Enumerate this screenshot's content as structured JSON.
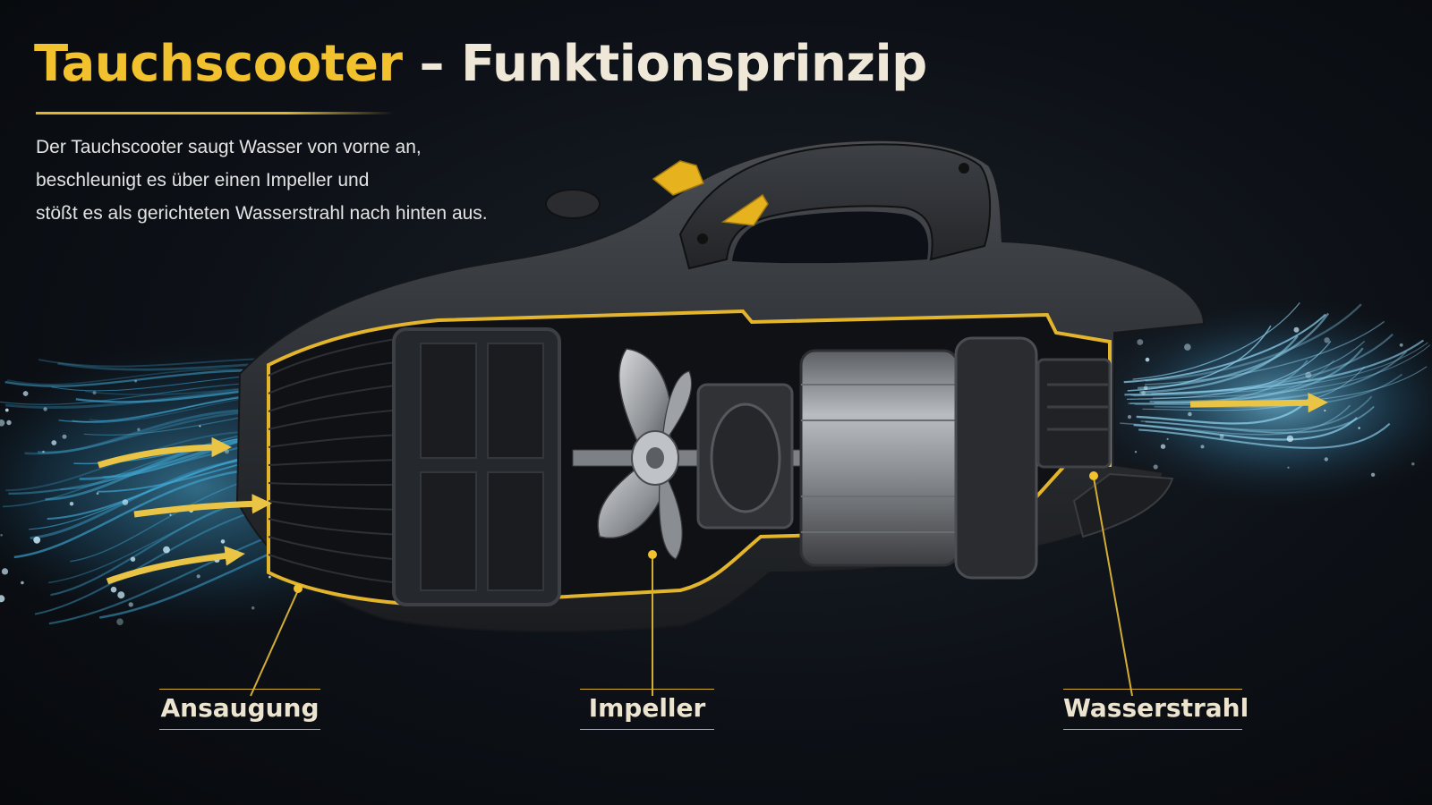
{
  "title": {
    "accent": "Tauchscooter",
    "rest": " – Funktionsprinzip"
  },
  "intro": [
    "Der Tauchscooter saugt Wasser von vorne an,",
    "beschleunigt es über einen Impeller und",
    "stößt es als gerichteten Wasserstrahl nach hinten aus."
  ],
  "callouts": {
    "intake": "Ansaugung",
    "impeller": "Impeller",
    "jet": "Wasserstrahl"
  },
  "colors": {
    "accent": "#f2c12e",
    "water": "#3fa7d4",
    "body": "#2c2f33",
    "background": "#0d1117"
  }
}
